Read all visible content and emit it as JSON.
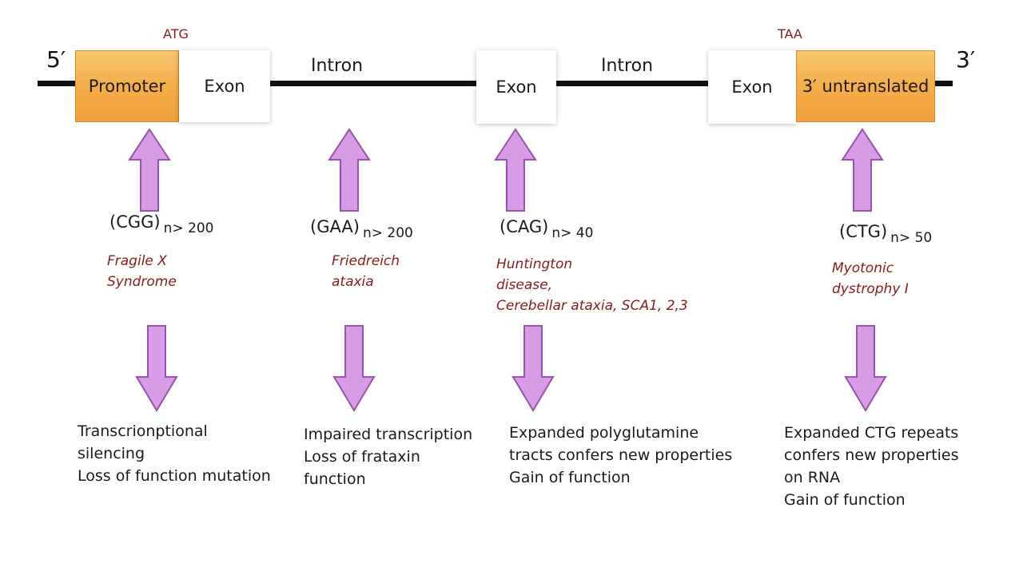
{
  "gene": {
    "five_prime": "5′",
    "three_prime": "3′",
    "start_codon": "ATG",
    "stop_codon": "TAA",
    "regions": {
      "promoter": "Promoter",
      "exon1": "Exon",
      "intron1": "Intron",
      "exon2": "Exon",
      "intron2": "Intron",
      "exon3": "Exon",
      "utr": "3′ untranslated"
    }
  },
  "repeats": [
    {
      "motif": "(CGG)",
      "threshold": "n> 200",
      "disease": "Fragile X\nSyndrome",
      "effect": "Transcrionptional\nsilencing\nLoss of function mutation"
    },
    {
      "motif": "(GAA)",
      "threshold": "n> 200",
      "disease": "Friedreich\nataxia",
      "effect": "Impaired transcription\nLoss of frataxin\nfunction"
    },
    {
      "motif": "(CAG)",
      "threshold": "n> 40",
      "disease": "Huntington\ndisease,\nCerebellar ataxia, SCA1, 2,3",
      "effect": "Expanded polyglutamine\ntracts confers new properties\nGain of function"
    },
    {
      "motif": "(CTG)",
      "threshold": "n> 50",
      "disease": "Myotonic\ndystrophy I",
      "effect": "Expanded CTG repeats\nconfers new properties\non RNA\nGain of function"
    }
  ],
  "colors": {
    "arrow_fill": "#d79ce6",
    "arrow_edge": "#9b4fb0",
    "region_fill": "#f4aa45",
    "disease_text": "#8b1a1a"
  }
}
